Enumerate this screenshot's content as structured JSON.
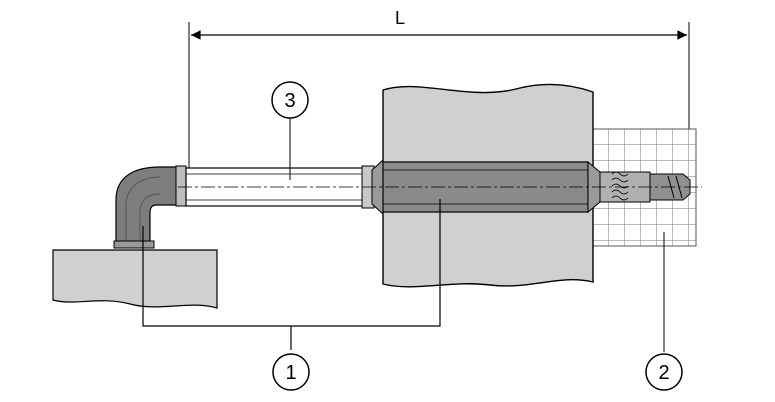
{
  "dimension": {
    "label": "L"
  },
  "callouts": [
    {
      "number": "1"
    },
    {
      "number": "2"
    },
    {
      "number": "3"
    }
  ]
}
